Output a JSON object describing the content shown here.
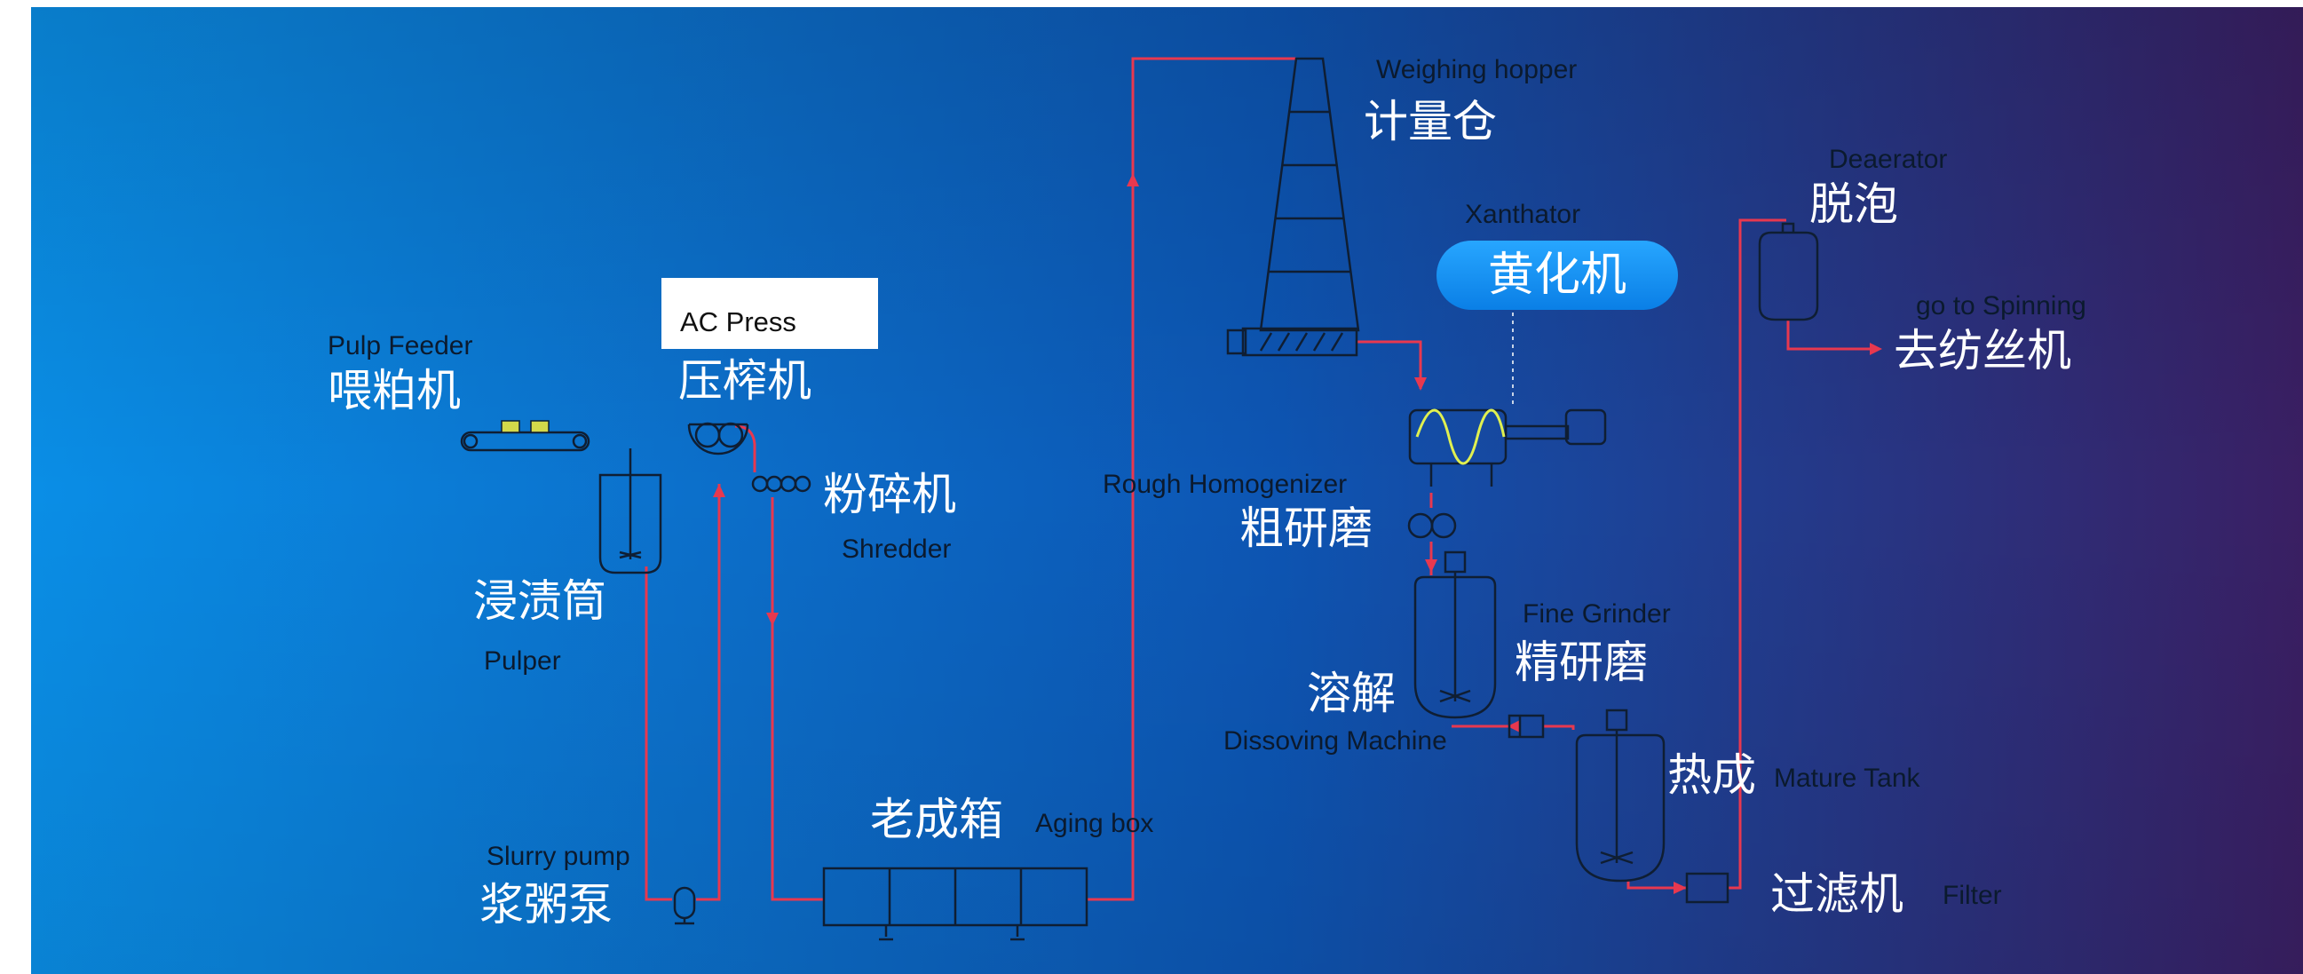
{
  "colors": {
    "background_start": "#0a8ee6",
    "background_mid": "#0d55b3",
    "background_end": "#3a1f63",
    "pipe": "#e8384f",
    "equipment_outline": "#0f1e33",
    "feeder_block": "#d4d94a",
    "xanthator_spiral": "#e0f050",
    "label_white": "#ffffff",
    "label_dark": "#0b1a2e"
  },
  "labels": {
    "pulp_feeder_en": "Pulp Feeder",
    "pulp_feeder_zh": "喂粕机",
    "ac_press_en": "AC Press",
    "ac_press_zh": "压榨机",
    "shredder_zh": "粉碎机",
    "shredder_en": "Shredder",
    "pulper_zh": "浸渍筒",
    "pulper_en": "Pulper",
    "slurry_pump_en": "Slurry pump",
    "slurry_pump_zh": "浆粥泵",
    "aging_box_zh": "老成箱",
    "aging_box_en": "Aging box",
    "weighing_hopper_en": "Weighing hopper",
    "weighing_hopper_zh": "计量仓",
    "xanthator_en": "Xanthator",
    "xanthator_zh": "黄化机",
    "rough_homogenizer_en": "Rough Homogenizer",
    "rough_homogenizer_zh": "粗研磨",
    "fine_grinder_en": "Fine Grinder",
    "fine_grinder_zh": "精研磨",
    "dissolving_zh": "溶解",
    "dissolving_en": "Dissoving Machine",
    "mature_tank_zh": "热成",
    "mature_tank_en": "Mature Tank",
    "filter_zh": "过滤机",
    "filter_en": "Filter",
    "deaerator_en": "Deaerator",
    "deaerator_zh": "脱泡",
    "spinning_en": "go to Spinning",
    "spinning_zh": "去纺丝机"
  }
}
